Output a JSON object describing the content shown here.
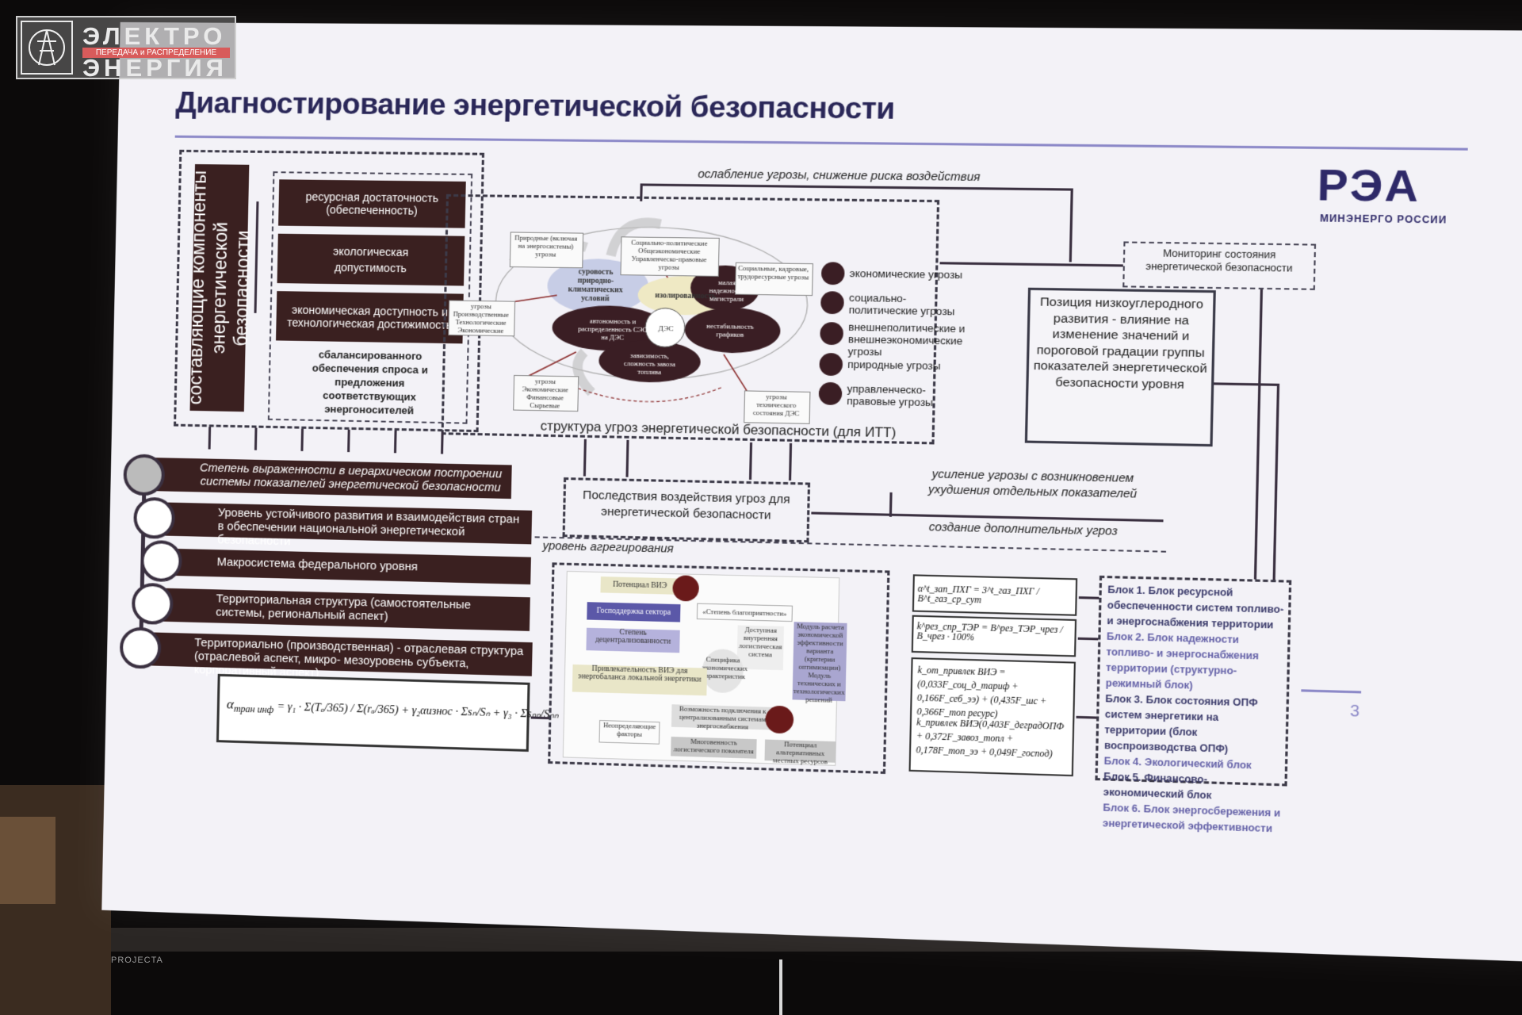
{
  "watermark": {
    "line1": "ЭЛЕКТРО",
    "band": "ПЕРЕДАЧА и РАСПРЕДЕЛЕНИЕ",
    "line2": "ЭНЕРГИЯ",
    "icon": "tower-icon"
  },
  "slide": {
    "title": "Диагностирование энергетической безопасности",
    "logo_main": "РЭА",
    "logo_sub": "МИНЭНЕРГО РОССИИ",
    "page_number": "3",
    "components_vertical_label": "составляющие компоненты энергетической безопасности",
    "components": [
      "ресурсная достаточность (обеспеченность)",
      "экологическая допустимость",
      "экономическая доступность и технологическая достижимость",
      "сбалансированного обеспечения спроса и предложения соответствующих энергоносителей"
    ],
    "top_arrow_label": "ослабление угрозы, снижение риска воздействия",
    "monitoring": "Мониторинг состояния энергетической безопасности",
    "position": "Позиция низкоуглеродного развития - влияние на изменение значений и пороговой градации группы показателей энергетической безопасности уровня",
    "threat_structure_caption": "структура угроз энергетической безопасности (для ИТТ)",
    "threat_legend": [
      "экономические угрозы",
      "социально-политические угрозы",
      "внешнеполитические и внешнеэкономические угрозы",
      "природные угрозы",
      "управленческо-правовые угрозы"
    ],
    "threat_diagram": {
      "box_natural": "Природные (включая на энергосистемы) угрозы",
      "box_social_political": "Социально-политические Общеэкономические Управленческо-правовые угрозы",
      "box_social_staff": "Социальные, кадровые, трудоресурсные угрозы",
      "box_production": "угрозы Производственные Технологические Экономические",
      "box_economic": "угрозы Экономические Финансовые Сырьевые",
      "box_tech": "угрозы технического состояния ДЭС",
      "ellipse_climate": "суровость природно-климатических условий",
      "ellipse_isolation": "изолированность",
      "ellipse_autonomy": "автономность и распределенность СЭС на ДЭС",
      "center": "ДЭС",
      "ellipse_delivery": "малая надежность магистрали",
      "ellipse_stability": "нестабильность графиков",
      "ellipse_fuel": "зависимость, сложность завоза топлива"
    },
    "amplification_label": "усиление угрозы с возникновением ухудшения отдельных показателей",
    "consequences": "Последствия воздействия угроз для энергетической безопасности",
    "additional_threats_label": "создание дополнительных угроз",
    "aggregation_label": "уровень агрегирования",
    "levels": [
      "Степень выраженности в иерархическом построении системы показателей энергетической безопасности",
      "Уровень устойчивого развития и взаимодействия стран в обеспечении национальной энергетической безопасности",
      "Макросистема федерального уровня",
      "Территориальная структура (самостоятельные системы, региональный аспект)",
      "Территориально (производственная) - отраслевая структура (отраслевой аспект, микро- мезоуровень субъекта, корпоративный аспект)"
    ],
    "formula_main_lhs": "α",
    "formula_main_sub": "тран инф",
    "formula_main_rhs": "= γ₁ · Σ(Tₐ/365) / Σ(rₐ/365) + γ₂αизнос · Σsₙ/Sₙ + γ₃ · Σsₙₙ/Sₙₙ",
    "res_diagram": {
      "potential": "Потенциал ВИЭ",
      "support": "Господдержка сектора",
      "decentral": "Степень децентрализованности",
      "favorable": "«Степень благоприятности»",
      "availability": "Доступная внутренняя логистическая система",
      "specific": "Специфика экономических характеристик",
      "module": "Модуль расчета экономической эффективности варианта (критерии оптимизации) Модуль технических и технологических решений",
      "attractiveness": "Привлекательность ВИЭ для энергобаланса локальной энергетики",
      "connection": "Возможность подключения к централизованным системам энергоснабжения",
      "nonmeasured": "Неопределяющие факторы",
      "multi": "Многовенность логистического показателя",
      "local_potential": "Потенциал альтернативных местных ресурсов"
    },
    "formulas_right": [
      "α^t_зап_ПХГ = 3^t_газ_ПХГ / B^t_газ_ср_сут",
      "k^рез_спр_ТЭР = B^рез_ТЭР_чрез / B_чрез · 100%",
      "k_от_привлек ВИЭ = (0,033F_соц_д_тариф + 0,166F_себ_ээ) + (0,435F_шс + 0,366F_топ ресурс)",
      "k_привлек ВИЭ(0,403F_деградОПФ + 0,372F_завоз_топл + 0,178F_топ_ээ + 0,049F_господ)"
    ],
    "blocks": [
      "Блок 1. Блок ресурсной обеспеченности систем топливо-и энергоснабжения территории",
      "Блок 2. Блок надежности топливо- и энергоснабжения территории (структурно-режимный блок)",
      "Блок 3. Блок состояния ОПФ систем энергетики на территории (блок воспроизводства ОПФ)",
      "Блок 4. Экологический блок",
      "Блок 5. Финансово-экономический блок",
      "Блок 6. Блок энергосбережения и энергетической эффективности"
    ],
    "projector_label": "PROJECTA"
  },
  "colors": {
    "dark_block": "#3a2020",
    "title": "#2a2758",
    "accent_blue": "#8c89c8",
    "block_blue": "#4b4a8a"
  }
}
